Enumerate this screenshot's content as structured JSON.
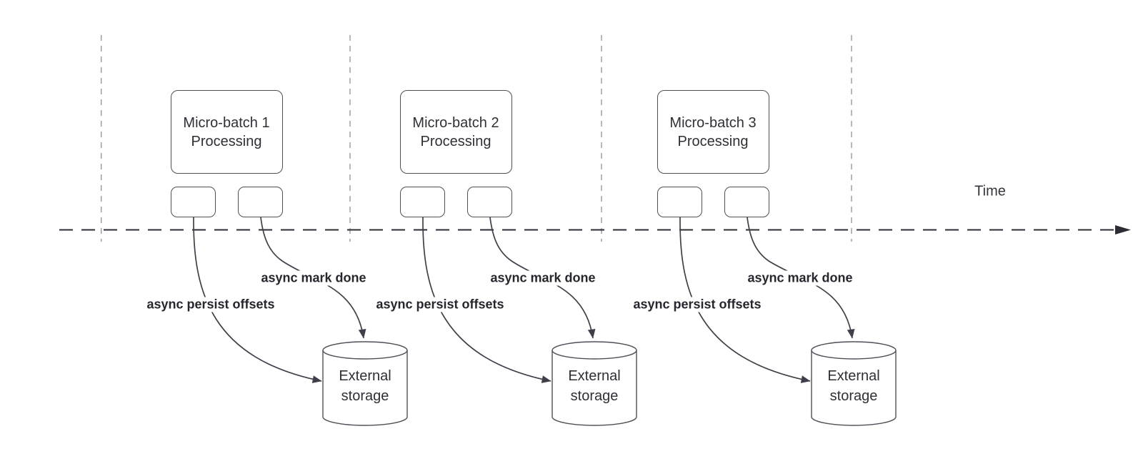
{
  "diagram": {
    "time_axis_label": "Time",
    "groups": [
      {
        "title": "Micro-batch 1\nProcessing",
        "persist_label": "async persist offsets",
        "mark_label": "async mark done",
        "storage_label": "External\nstorage"
      },
      {
        "title": "Micro-batch 2\nProcessing",
        "persist_label": "async persist offsets",
        "mark_label": "async mark done",
        "storage_label": "External\nstorage"
      },
      {
        "title": "Micro-batch 3\nProcessing",
        "persist_label": "async persist offsets",
        "mark_label": "async mark done",
        "storage_label": "External\nstorage"
      }
    ]
  }
}
